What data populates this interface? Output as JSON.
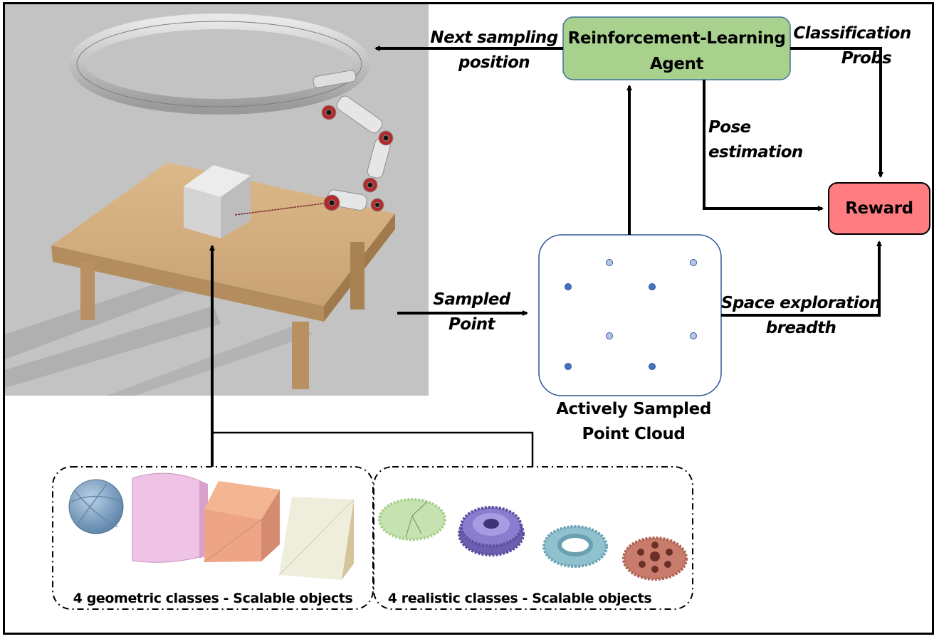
{
  "diagram": {
    "agent_box": {
      "line1": "Reinforcement-Learning",
      "line2": "Agent",
      "color": "#a9d18e"
    },
    "reward_box": {
      "label": "Reward",
      "color": "#ff7c80"
    },
    "point_cloud_box": {
      "caption_line1": "Actively Sampled",
      "caption_line2": "Point Cloud"
    },
    "edge_labels": {
      "next_sampling": {
        "line1": "Next sampling",
        "line2": "position"
      },
      "classification": {
        "line1": "Classification",
        "line2": "Probs"
      },
      "pose": {
        "line1": "Pose",
        "line2": "estimation"
      },
      "space": {
        "line1": "Space exploration",
        "line2": "breadth"
      },
      "sampled_point": {
        "line1": "Sampled",
        "line2": "Point"
      }
    },
    "groups": {
      "geometric": {
        "caption": "4 geometric classes - Scalable objects"
      },
      "realistic": {
        "caption": "4 realistic classes - Scalable objects"
      }
    },
    "points": {
      "dark_color": "#4472c4",
      "light_color": "#b4c7e7"
    },
    "simulation_scene": {
      "description": "Robot arm on circular rail sampling cube on table"
    }
  }
}
